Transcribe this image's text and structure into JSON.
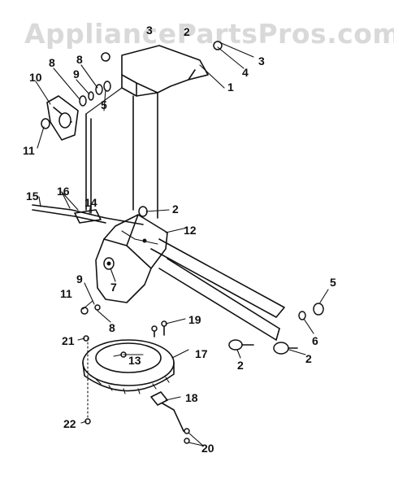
{
  "watermark": "AppliancePartsPros.com",
  "callouts": [
    "1",
    "2",
    "2",
    "2",
    "2",
    "3",
    "3",
    "4",
    "5",
    "5",
    "6",
    "7",
    "8",
    "8",
    "8",
    "9",
    "9",
    "10",
    "11",
    "11",
    "12",
    "13",
    "14",
    "15",
    "16",
    "17",
    "18",
    "19",
    "20",
    "21",
    "22"
  ]
}
